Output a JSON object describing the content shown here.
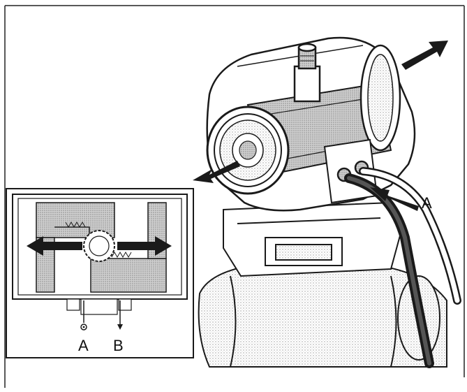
{
  "labels": {
    "port_a_main": "A",
    "port_a_inset": "A",
    "port_b_inset": "B"
  },
  "icons": [
    "arrow-icon"
  ],
  "colors": {
    "line": "#1a1a1a",
    "shade": "#b9b9b9",
    "light_shade": "#dcdcdc",
    "background": "#ffffff"
  }
}
